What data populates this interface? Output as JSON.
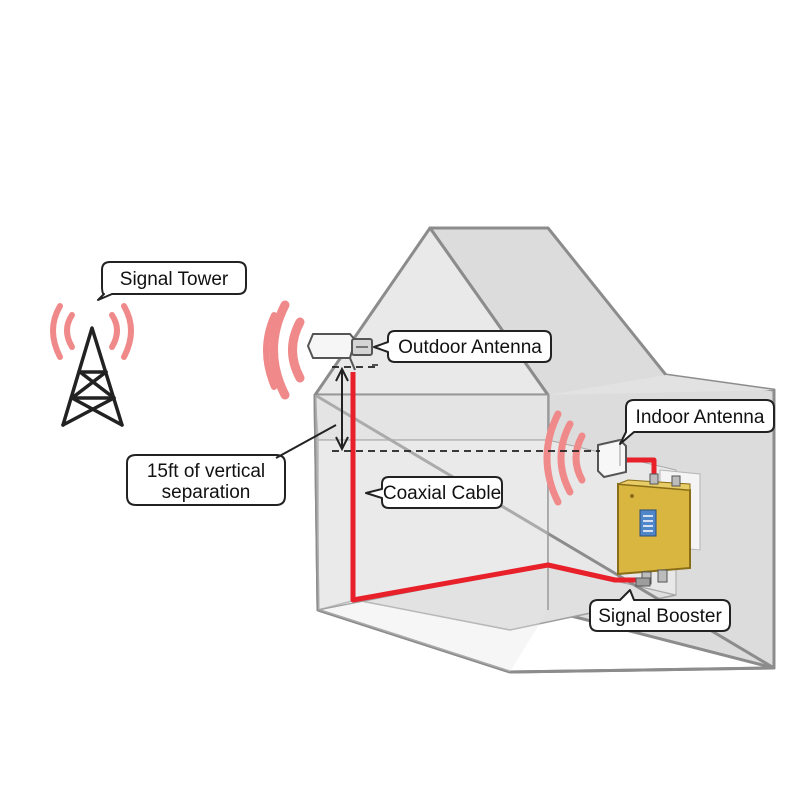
{
  "labels": {
    "signal_tower": "Signal Tower",
    "outdoor_antenna": "Outdoor Antenna",
    "indoor_antenna": "Indoor Antenna",
    "separation_line1": "15ft of vertical",
    "separation_line2": "separation",
    "coaxial_cable": "Coaxial Cable",
    "signal_booster": "Signal Booster"
  },
  "colors": {
    "cable": "#e8202a",
    "signal_wave": "#f08a8a",
    "house_fill": "#e6e6e6",
    "house_stroke": "#8c8c8c",
    "booster_body": "#d9b640",
    "booster_screen": "#4f86c9"
  }
}
